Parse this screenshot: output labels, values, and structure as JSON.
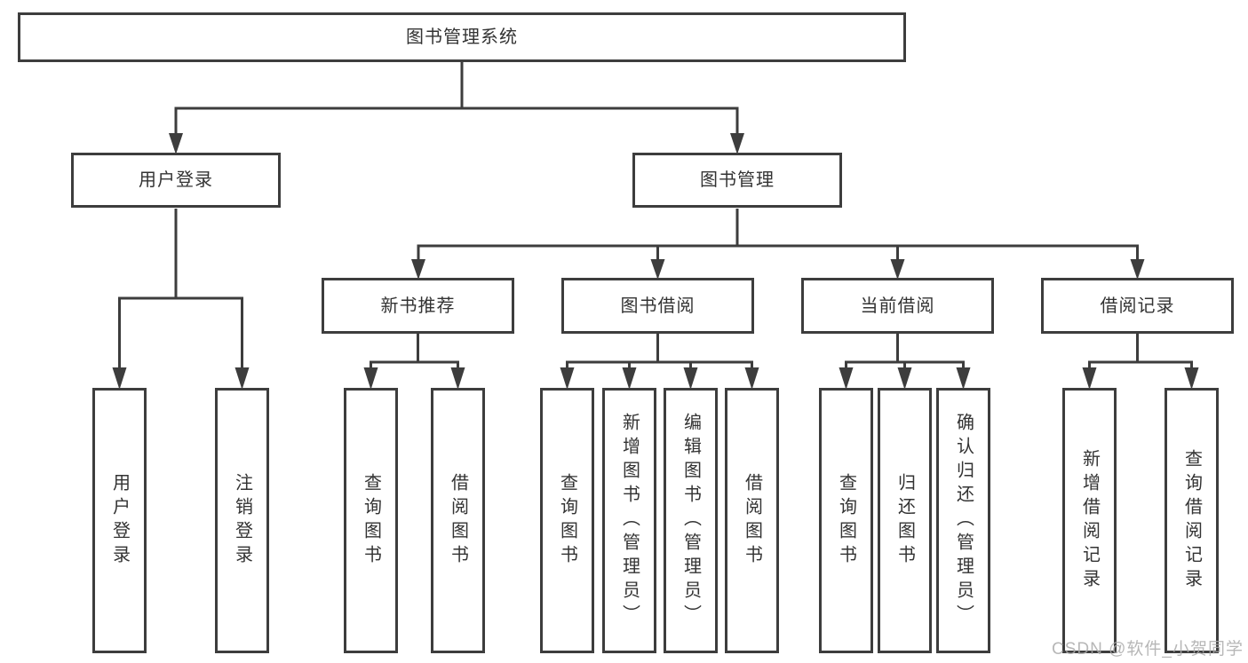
{
  "tree": {
    "label": "图书管理系统",
    "children": [
      {
        "label": "用户登录",
        "children": [
          {
            "label": "用户登录"
          },
          {
            "label": "注销登录"
          }
        ]
      },
      {
        "label": "图书管理",
        "children": [
          {
            "label": "新书推荐",
            "children": [
              {
                "label": "查询图书"
              },
              {
                "label": "借阅图书"
              }
            ]
          },
          {
            "label": "图书借阅",
            "children": [
              {
                "label": "查询图书"
              },
              {
                "label": "新增图书（管理员）"
              },
              {
                "label": "编辑图书（管理员）"
              },
              {
                "label": "借阅图书"
              }
            ]
          },
          {
            "label": "当前借阅",
            "children": [
              {
                "label": "查询图书"
              },
              {
                "label": "归还图书"
              },
              {
                "label": "确认归还（管理员）"
              }
            ]
          },
          {
            "label": "借阅记录",
            "children": [
              {
                "label": "新增借阅记录"
              },
              {
                "label": "查询借阅记录"
              }
            ]
          }
        ]
      }
    ]
  },
  "watermark": "CSDN @软件_小贺同学",
  "colors": {
    "line": "#3d3d3d",
    "text": "#333333",
    "background": "#ffffff",
    "watermark": "#aaaaaa"
  }
}
